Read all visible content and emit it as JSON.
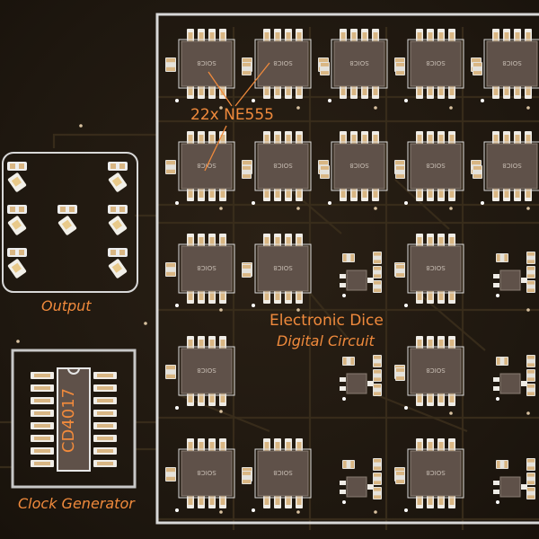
{
  "labels": {
    "ic_count": "22x NE555",
    "title": "Electronic Dice",
    "subtitle": "Digital Circuit",
    "output": "Output",
    "clock": "Clock Generator",
    "chip_name": "CD4017",
    "package": "SOIC8"
  },
  "colors": {
    "board": "#1e170f",
    "outline": "#d8d8d8",
    "pad": "#d9b683",
    "chip": "#5f5149",
    "label": "#f08a3c",
    "trace": "#3a2d1c"
  }
}
